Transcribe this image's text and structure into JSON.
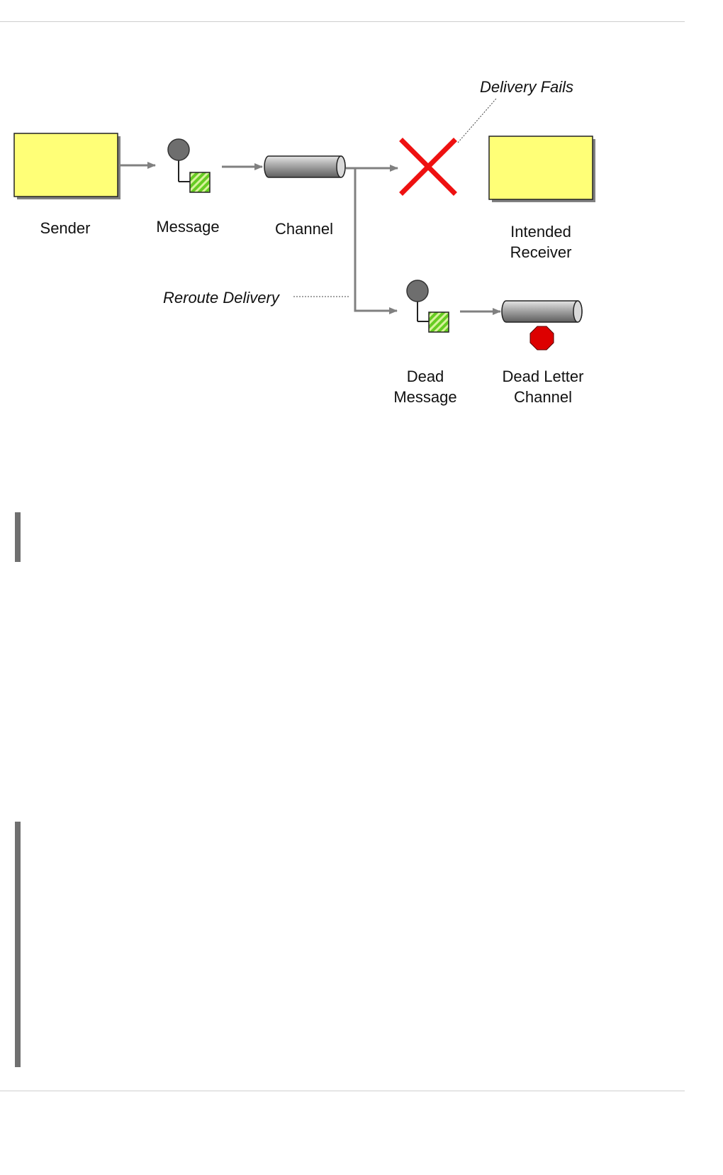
{
  "diagram": {
    "nodes": {
      "sender": {
        "label": "Sender"
      },
      "message": {
        "label": "Message"
      },
      "channel": {
        "label": "Channel"
      },
      "intended_receiver": {
        "label_lines": [
          "Intended",
          "Receiver"
        ]
      },
      "dead_message": {
        "label_lines": [
          "Dead",
          "Message"
        ]
      },
      "dead_letter_channel": {
        "label_lines": [
          "Dead Letter",
          "Channel"
        ]
      }
    },
    "annotations": {
      "delivery_fails": "Delivery Fails",
      "reroute_delivery": "Reroute Delivery"
    },
    "colors": {
      "endpoint_fill": "#ffff77",
      "fail_mark": "#ee1111",
      "stop_sign": "#dd0000",
      "message_body": "#66cc22",
      "connector": "#808080"
    }
  }
}
